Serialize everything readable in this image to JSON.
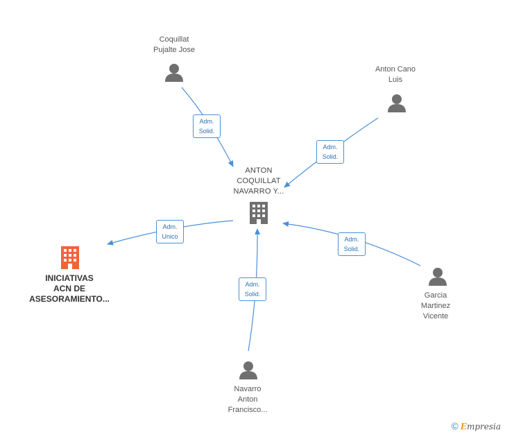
{
  "nodes": {
    "center": {
      "label": "ANTON\nCOQUILLAT\nNAVARRO Y...",
      "type": "company"
    },
    "iniciativas": {
      "label": "INICIATIVAS\nACN DE\nASESORAMIENTO...",
      "type": "company-highlight"
    },
    "coquillat": {
      "label": "Coquillat\nPujalte Jose",
      "type": "person"
    },
    "anton_cano": {
      "label": "Anton Cano\nLuis",
      "type": "person"
    },
    "garcia": {
      "label": "Garcia\nMartinez\nVicente",
      "type": "person"
    },
    "navarro": {
      "label": "Navarro\nAnton\nFrancisco...",
      "type": "person"
    }
  },
  "edges": {
    "coquillat": "Adm.\nSolid.",
    "anton_cano": "Adm.\nSolid.",
    "iniciativas": "Adm.\nUnico",
    "garcia": "Adm.\nSolid.",
    "navarro": "Adm.\nSolid."
  },
  "colors": {
    "edge": "#4a90d9",
    "person": "#6f6f6f",
    "company": "#6f6f6f",
    "highlight": "#f0643a"
  },
  "footer": {
    "copyright": "©",
    "brand_initial": "E",
    "brand_rest": "mpresia"
  }
}
